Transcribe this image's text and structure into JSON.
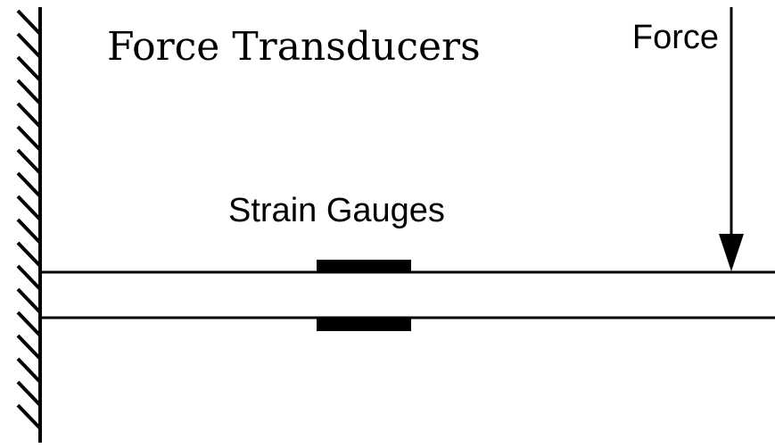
{
  "title": "Force Transducers",
  "labels": {
    "force": "Force",
    "strain_gauges": "Strain Gauges"
  },
  "colors": {
    "stroke": "#000000",
    "background": "#ffffff"
  },
  "elements": {
    "wall": "fixed-support-wall",
    "beam": "cantilever-beam",
    "gauges": [
      "top-strain-gauge",
      "bottom-strain-gauge"
    ],
    "load": "downward-force-arrow"
  }
}
